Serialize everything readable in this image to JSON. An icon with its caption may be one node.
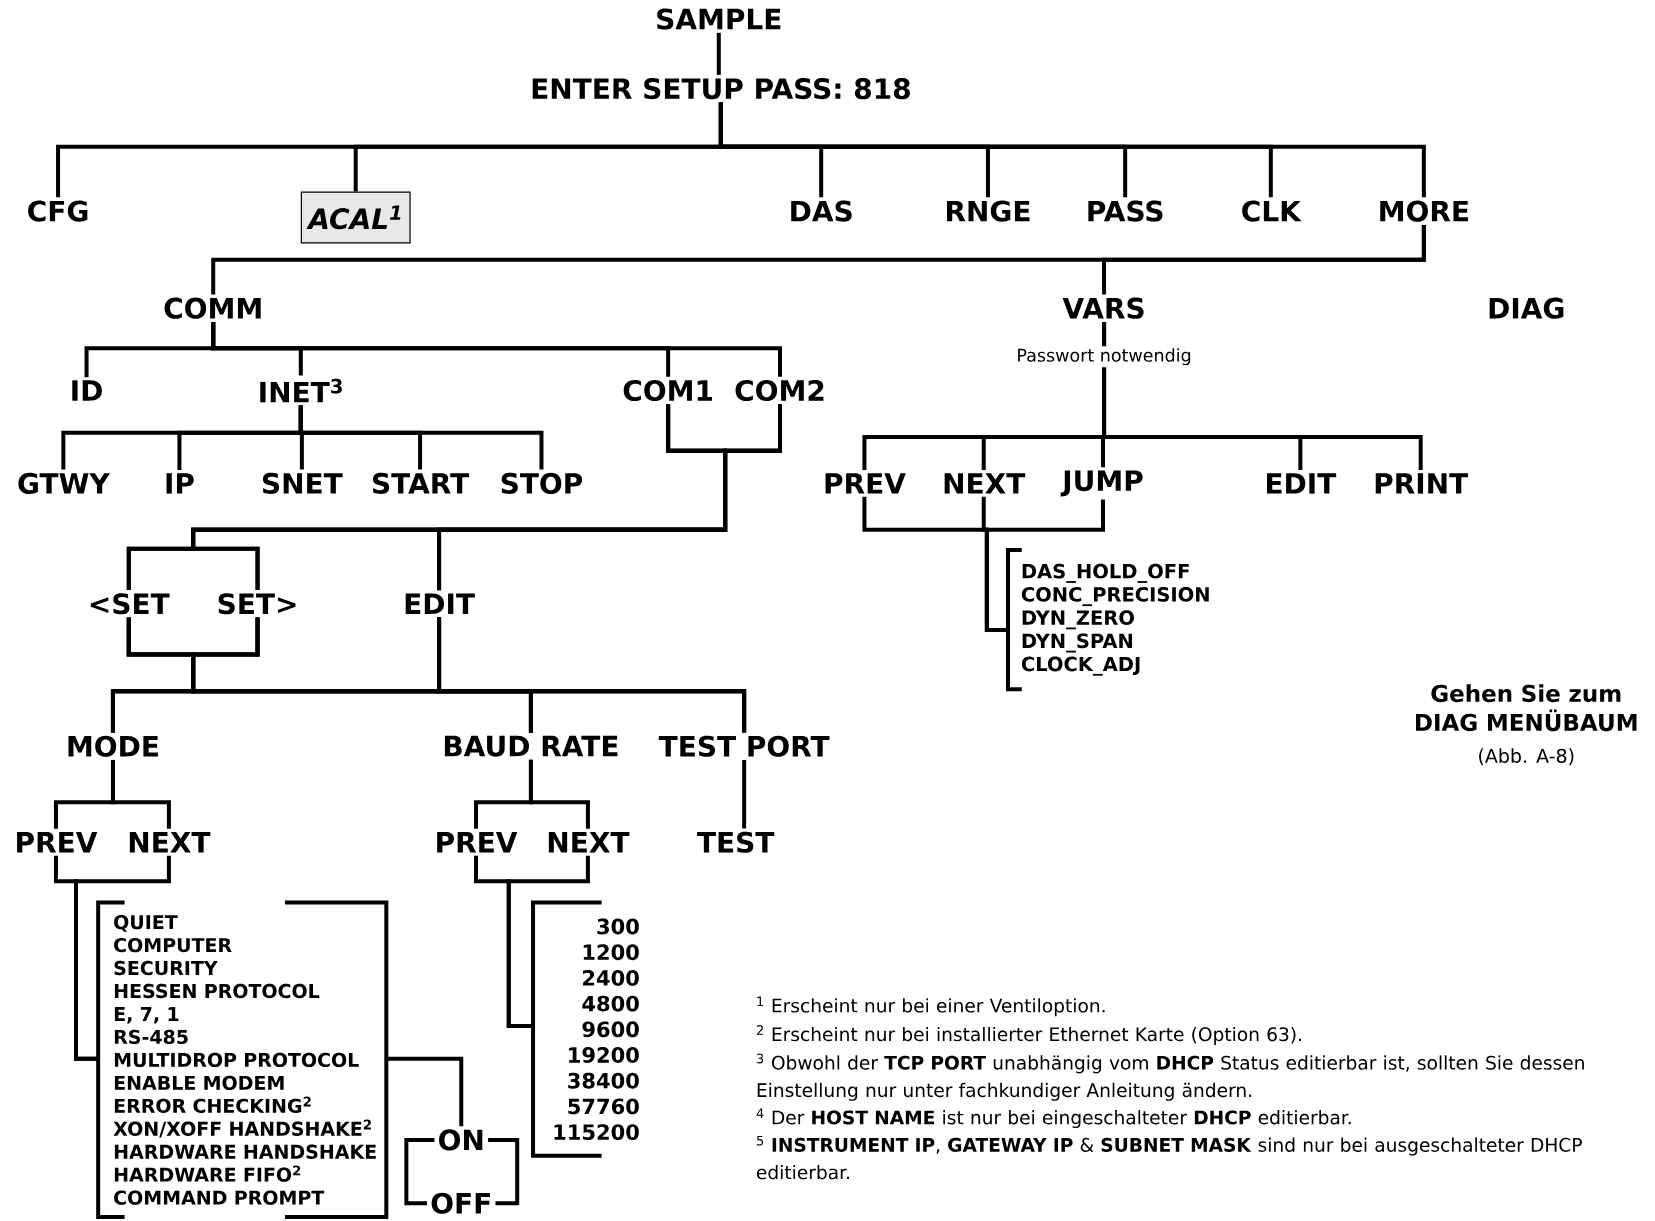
{
  "diagram": {
    "nodes": [
      {
        "text": [
          "SAMPLE"
        ]
      },
      {
        "text": [
          "ENTER SETUP PASS: 818"
        ]
      },
      {
        "text": [
          "CFG"
        ]
      },
      {
        "text": [
          "ACAL$^{1}$"
        ]
      },
      {
        "text": [
          "DAS"
        ]
      },
      {
        "text": [
          "RNGE"
        ]
      },
      {
        "text": [
          "PASS"
        ]
      },
      {
        "text": [
          "CLK"
        ]
      },
      {
        "text": [
          "MORE"
        ]
      },
      {
        "text": [
          "COMM"
        ]
      },
      {
        "text": [
          "VARS"
        ]
      },
      {
        "text": [
          "ID"
        ]
      },
      {
        "text": [
          "INET$^{3}$"
        ]
      },
      {
        "text": [
          "COM1"
        ]
      },
      {
        "text": [
          "COM2"
        ]
      },
      {
        "text": [
          "GTWY"
        ]
      },
      {
        "text": [
          "IP"
        ]
      },
      {
        "text": [
          "SNET"
        ]
      },
      {
        "text": [
          "START"
        ]
      },
      {
        "text": [
          "STOP"
        ]
      },
      {
        "text": [
          "<SET"
        ]
      },
      {
        "text": [
          "SET>"
        ]
      },
      {
        "text": [
          "EDIT"
        ]
      },
      {
        "text": [
          "MODE"
        ]
      },
      {
        "text": [
          "BAUD RATE"
        ]
      },
      {
        "text": [
          "TEST PORT"
        ]
      },
      {
        "text": [
          "PREV"
        ]
      },
      {
        "text": [
          "NEXT"
        ]
      },
      {
        "text": [
          "PREV"
        ]
      },
      {
        "text": [
          "NEXT"
        ]
      },
      {
        "text": [
          "TEST"
        ]
      },
      {
        "text": [
          "QUIET",
          "COMPUTER",
          "SECURITY",
          "HESSEN PROTOCOL",
          "E, 7, 1",
          "RS-485",
          "MULTIDROP PROTOCOL",
          "ENABLE MODEM",
          "ERROR CHECKING$^{2}$",
          "XON/XOFF HANDSHAKE$^{2}$",
          "HARDWARE HANDSHAKE",
          "HARDWARE FIFO$^{2}$",
          "COMMAND PROMPT"
        ]
      },
      {
        "text": [
          "ON"
        ]
      },
      {
        "text": [
          "OFF"
        ]
      },
      {
        "text": [
          "300",
          "1200",
          "2400",
          "4800",
          "9600",
          "19200",
          "38400",
          "57760",
          "115200"
        ]
      },
      {
        "text": [
          "PREV"
        ]
      },
      {
        "text": [
          "NEXT"
        ]
      },
      {
        "text": [
          "JUMP"
        ]
      },
      {
        "text": [
          "EDIT"
        ]
      },
      {
        "text": [
          "PRINT"
        ]
      },
      {
        "text": [
          "DAS_HOLD_OFF",
          "CONC_PRECISION",
          "DYN_ZERO",
          "DYN_SPAN",
          "CLOCK_ADJ"
        ]
      }
    ],
    "edges": [
      {
        "from": 0,
        "to": 1,
        "arrow": "none"
      },
      {
        "from": 1,
        "to": 2,
        "arrow": "none"
      },
      {
        "from": 1,
        "to": 3,
        "arrow": "none"
      },
      {
        "from": 1,
        "to": 4,
        "arrow": "none"
      },
      {
        "from": 1,
        "to": 5,
        "arrow": "none"
      },
      {
        "from": 1,
        "to": 6,
        "arrow": "none"
      },
      {
        "from": 1,
        "to": 7,
        "arrow": "none"
      },
      {
        "from": 1,
        "to": 8,
        "arrow": "none"
      },
      {
        "from": 8,
        "to": 9,
        "arrow": "none"
      },
      {
        "from": 8,
        "to": 10,
        "arrow": "none"
      },
      {
        "from": 9,
        "to": 11,
        "arrow": "none"
      },
      {
        "from": 9,
        "to": 12,
        "arrow": "none"
      },
      {
        "from": 9,
        "to": 13,
        "arrow": "none"
      },
      {
        "from": 9,
        "to": 14,
        "arrow": "none"
      },
      {
        "from": 12,
        "to": 15,
        "arrow": "none"
      },
      {
        "from": 12,
        "to": 16,
        "arrow": "none"
      },
      {
        "from": 12,
        "to": 17,
        "arrow": "none"
      },
      {
        "from": 12,
        "to": 18,
        "arrow": "none"
      },
      {
        "from": 12,
        "to": 19,
        "arrow": "none"
      },
      {
        "from": 13,
        "to": 20,
        "arrow": "none"
      },
      {
        "from": 13,
        "to": 21,
        "arrow": "none"
      },
      {
        "from": 13,
        "to": 22,
        "arrow": "none"
      },
      {
        "from": 14,
        "to": 20,
        "arrow": "none"
      },
      {
        "from": 14,
        "to": 21,
        "arrow": "none"
      },
      {
        "from": 14,
        "to": 22,
        "arrow": "none"
      },
      {
        "from": 20,
        "to": 23,
        "arrow": "none"
      },
      {
        "from": 20,
        "to": 24,
        "arrow": "none"
      },
      {
        "from": 20,
        "to": 25,
        "arrow": "none"
      },
      {
        "from": 21,
        "to": 23,
        "arrow": "none"
      },
      {
        "from": 21,
        "to": 24,
        "arrow": "none"
      },
      {
        "from": 21,
        "to": 25,
        "arrow": "none"
      },
      {
        "from": 22,
        "to": 23,
        "arrow": "none"
      },
      {
        "from": 22,
        "to": 24,
        "arrow": "none"
      },
      {
        "from": 22,
        "to": 25,
        "arrow": "none"
      },
      {
        "from": 23,
        "to": 26,
        "arrow": "none"
      },
      {
        "from": 23,
        "to": 27,
        "arrow": "none"
      },
      {
        "from": 24,
        "to": 28,
        "arrow": "none"
      },
      {
        "from": 24,
        "to": 29,
        "arrow": "none"
      },
      {
        "from": 25,
        "to": 30,
        "arrow": "none"
      },
      {
        "from": 26,
        "to": 31,
        "arrow": "none"
      },
      {
        "from": 27,
        "to": 31,
        "arrow": "none"
      },
      {
        "from": 31,
        "to": 32,
        "arrow": "none"
      },
      {
        "from": 28,
        "to": 34,
        "arrow": "none"
      },
      {
        "from": 29,
        "to": 34,
        "arrow": "none"
      },
      {
        "from": 10,
        "to": 35,
        "label": "Passwort notwendig",
        "arrow": "none"
      },
      {
        "from": 10,
        "to": 36,
        "arrow": "none"
      },
      {
        "from": 10,
        "to": 37,
        "arrow": "none"
      },
      {
        "from": 10,
        "to": 38,
        "arrow": "none"
      },
      {
        "from": 10,
        "to": 39,
        "arrow": "none"
      },
      {
        "from": 35,
        "to": 40,
        "arrow": "none"
      },
      {
        "from": 36,
        "to": 40,
        "arrow": "none"
      },
      {
        "from": 37,
        "to": 40,
        "arrow": "none"
      },
      {
        "from": 32,
        "to": 33,
        "arrow": "none"
      },
      {
        "from": 32,
        "to": 33,
        "arrow": "none"
      }
    ],
    "labels": [
      "DIAG",
      "Gehen Sie zum DIAG MENÜBAUM",
      "(Abb. A-8)",
      "$^{1}$ Erscheint nur bei einer Ventiloption.",
      "$^{2}$ Erscheint nur bei installierter Ethernet Karte (Option 63).",
      "$^{3}$ Obwohl der **TCP PORT** unabhängig vom **DHCP** Status editierbar ist, sollten Sie dessen Einstellung nur unter fachkundiger Anleitung ändern.",
      "$^{4}$ Der **HOST NAME** ist nur bei eingeschalteter **DHCP** editierbar.",
      "$^{5}$ **INSTRUMENT IP**, **GATEWAY IP** & **SUBNET MASK** sind nur bei ausgeschalteter DHCP editierbar."
    ]
  }
}
